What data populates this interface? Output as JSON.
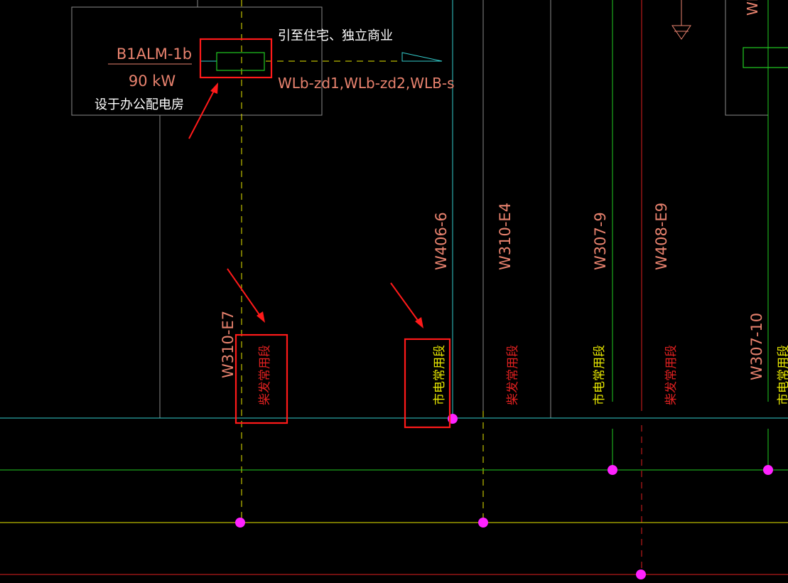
{
  "colors": {
    "background": "#000000",
    "frame_gray": "#8a8a8a",
    "cyan": "#33cccc",
    "green": "#22cc22",
    "yellow": "#e6e600",
    "red": "#e02020",
    "salmon": "#e8826e",
    "white": "#ffffff",
    "magenta": "#ff22ff",
    "highlight_red": "#ff1a1a",
    "panel_green": "#22cc22"
  },
  "panel": {
    "name": "B1ALM-1b",
    "power": "90 kW",
    "location": "设于办公配电房"
  },
  "feed": {
    "target": "引至住宅、独立商业",
    "cables": "WLb-zd1,WLb-zd2,WLB-s"
  },
  "circuits": [
    {
      "id": "W310-E7",
      "section": "柴发常用段",
      "section_color": "red"
    },
    {
      "id": "W406-6",
      "section": "市电常用段",
      "section_color": "yellow"
    },
    {
      "id": "W310-E4",
      "section": "柴发常用段",
      "section_color": "red"
    },
    {
      "id": "W307-9",
      "section": "市电常用段",
      "section_color": "yellow"
    },
    {
      "id": "W408-E9",
      "section": "柴发常用段",
      "section_color": "red"
    },
    {
      "id": "W307-10",
      "section": "市电常用段",
      "section_color": "yellow"
    }
  ],
  "edge_label": {
    "text": "WL"
  }
}
